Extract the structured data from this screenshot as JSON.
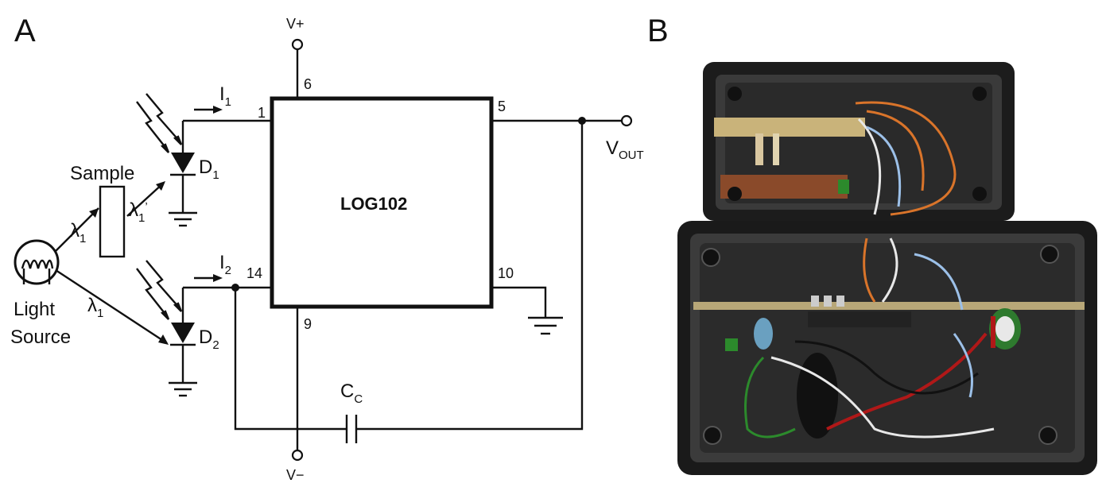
{
  "panels": {
    "a": "A",
    "b": "B"
  },
  "circuit": {
    "chip": "LOG102",
    "supply_pos": "V+",
    "supply_neg": "V−",
    "output": {
      "main": "V",
      "sub": "OUT"
    },
    "pins": {
      "p1": "1",
      "p5": "5",
      "p6": "6",
      "p9": "9",
      "p10": "10",
      "p14": "14"
    },
    "currents": {
      "i1": {
        "main": "I",
        "sub": "1"
      },
      "i2": {
        "main": "I",
        "sub": "2"
      }
    },
    "diodes": {
      "d1": {
        "main": "D",
        "sub": "1"
      },
      "d2": {
        "main": "D",
        "sub": "2"
      }
    },
    "capacitor": {
      "main": "C",
      "sub": "C"
    },
    "sample": "Sample",
    "light_source_line1": "Light",
    "light_source_line2": "Source",
    "lambda1_upper": {
      "main": "λ",
      "sub": "1"
    },
    "lambda1_lower": {
      "main": "λ",
      "sub": "1"
    },
    "lambda1_prime": {
      "main": "λ",
      "sub": "1"
    }
  },
  "photo": {
    "description_icon": "enclosure-photo"
  }
}
